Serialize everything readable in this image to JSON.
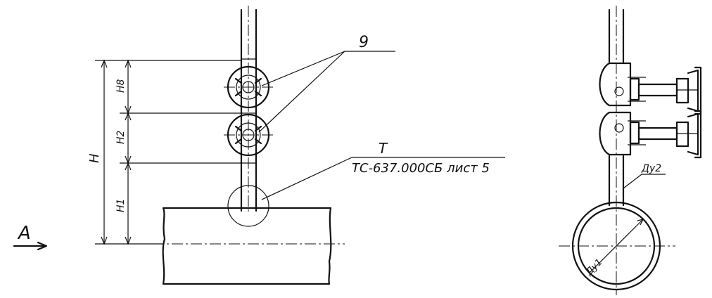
{
  "callouts": {
    "valves": "9",
    "detail": "Т",
    "detail_ref": "ТС-637.000СБ лист 5"
  },
  "view_label": "А",
  "dims": {
    "total": "H",
    "h8": "H8",
    "h2": "H2",
    "h1": "H1"
  },
  "side_view": {
    "branch_dn": "Ду2",
    "main_dn": "Ду1"
  }
}
